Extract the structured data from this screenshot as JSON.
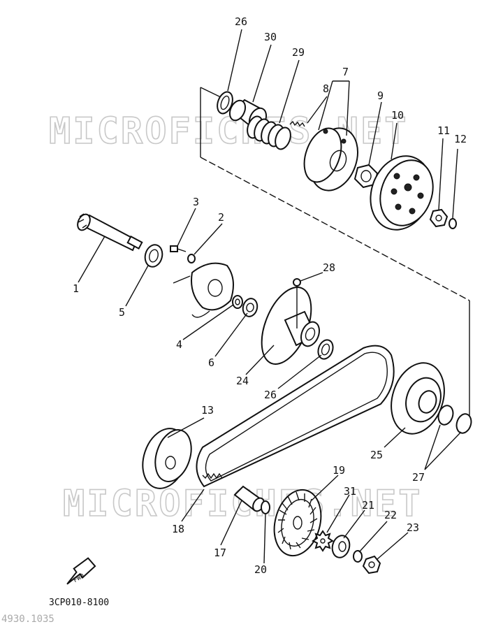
{
  "watermark": "MICROFICHES.NET",
  "fwd_label": "FWD",
  "diagram_code": "3CP010-8100",
  "footer_code": "4930.1035",
  "callouts": [
    {
      "id": "c1",
      "label": "1"
    },
    {
      "id": "c2",
      "label": "2"
    },
    {
      "id": "c3",
      "label": "3"
    },
    {
      "id": "c4",
      "label": "4"
    },
    {
      "id": "c5",
      "label": "5"
    },
    {
      "id": "c6",
      "label": "6"
    },
    {
      "id": "c7",
      "label": "7"
    },
    {
      "id": "c8",
      "label": "8"
    },
    {
      "id": "c9",
      "label": "9"
    },
    {
      "id": "c10",
      "label": "10"
    },
    {
      "id": "c11",
      "label": "11"
    },
    {
      "id": "c12",
      "label": "12"
    },
    {
      "id": "c13",
      "label": "13"
    },
    {
      "id": "c17",
      "label": "17"
    },
    {
      "id": "c18",
      "label": "18"
    },
    {
      "id": "c19",
      "label": "19"
    },
    {
      "id": "c20",
      "label": "20"
    },
    {
      "id": "c21",
      "label": "21"
    },
    {
      "id": "c22",
      "label": "22"
    },
    {
      "id": "c23",
      "label": "23"
    },
    {
      "id": "c24",
      "label": "24"
    },
    {
      "id": "c25",
      "label": "25"
    },
    {
      "id": "c26a",
      "label": "26"
    },
    {
      "id": "c26b",
      "label": "26"
    },
    {
      "id": "c27",
      "label": "27"
    },
    {
      "id": "c28",
      "label": "28"
    },
    {
      "id": "c29",
      "label": "29"
    },
    {
      "id": "c30",
      "label": "30"
    },
    {
      "id": "c31",
      "label": "31"
    }
  ]
}
